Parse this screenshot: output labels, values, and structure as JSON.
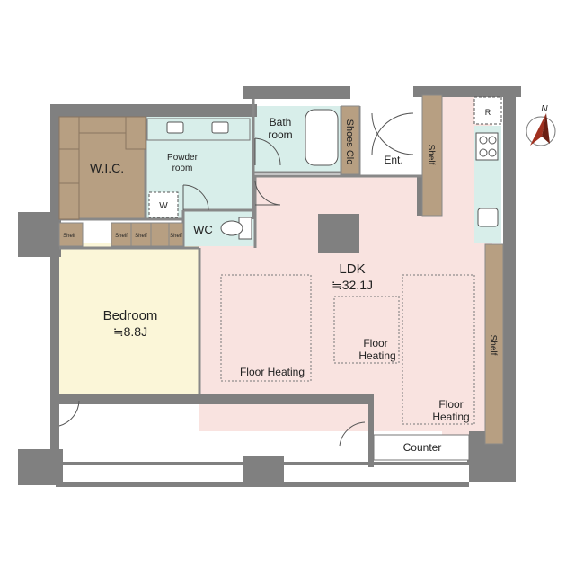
{
  "rooms": {
    "wic": "W.I.C.",
    "powder_line1": "Powder",
    "powder_line2": "room",
    "bath_line1": "Bath",
    "bath_line2": "room",
    "shoes": "Shoes Clo",
    "entrance": "Ent.",
    "wc": "WC",
    "w": "W",
    "bedroom": "Bedroom",
    "bedroom_size": "≒8.8J",
    "ldk": "LDK",
    "ldk_size": "≒32.1J",
    "counter": "Counter",
    "refrigerator": "R"
  },
  "shelves": {
    "entrance_shelf": "Shelf",
    "ldk_shelf": "Shelf",
    "bedroom_shelf": "Shelf",
    "small_shelf_1": "Shelf",
    "small_shelf_2": "Shelf",
    "small_shelf_3": "Shelf"
  },
  "floor_heating": {
    "zone1": "Floor Heating",
    "zone2_line1": "Floor",
    "zone2_line2": "Heating",
    "zone3_line1": "Floor",
    "zone3_line2": "Heating"
  },
  "compass": {
    "north": "N"
  },
  "colors": {
    "wall": "#808080",
    "ldk": "#f9e3e0",
    "bedroom": "#fbf6d8",
    "wet": "#d8eeea",
    "wood": "#b79f82",
    "balcony": "#ffffff",
    "compass_fill": "#a0301f"
  }
}
